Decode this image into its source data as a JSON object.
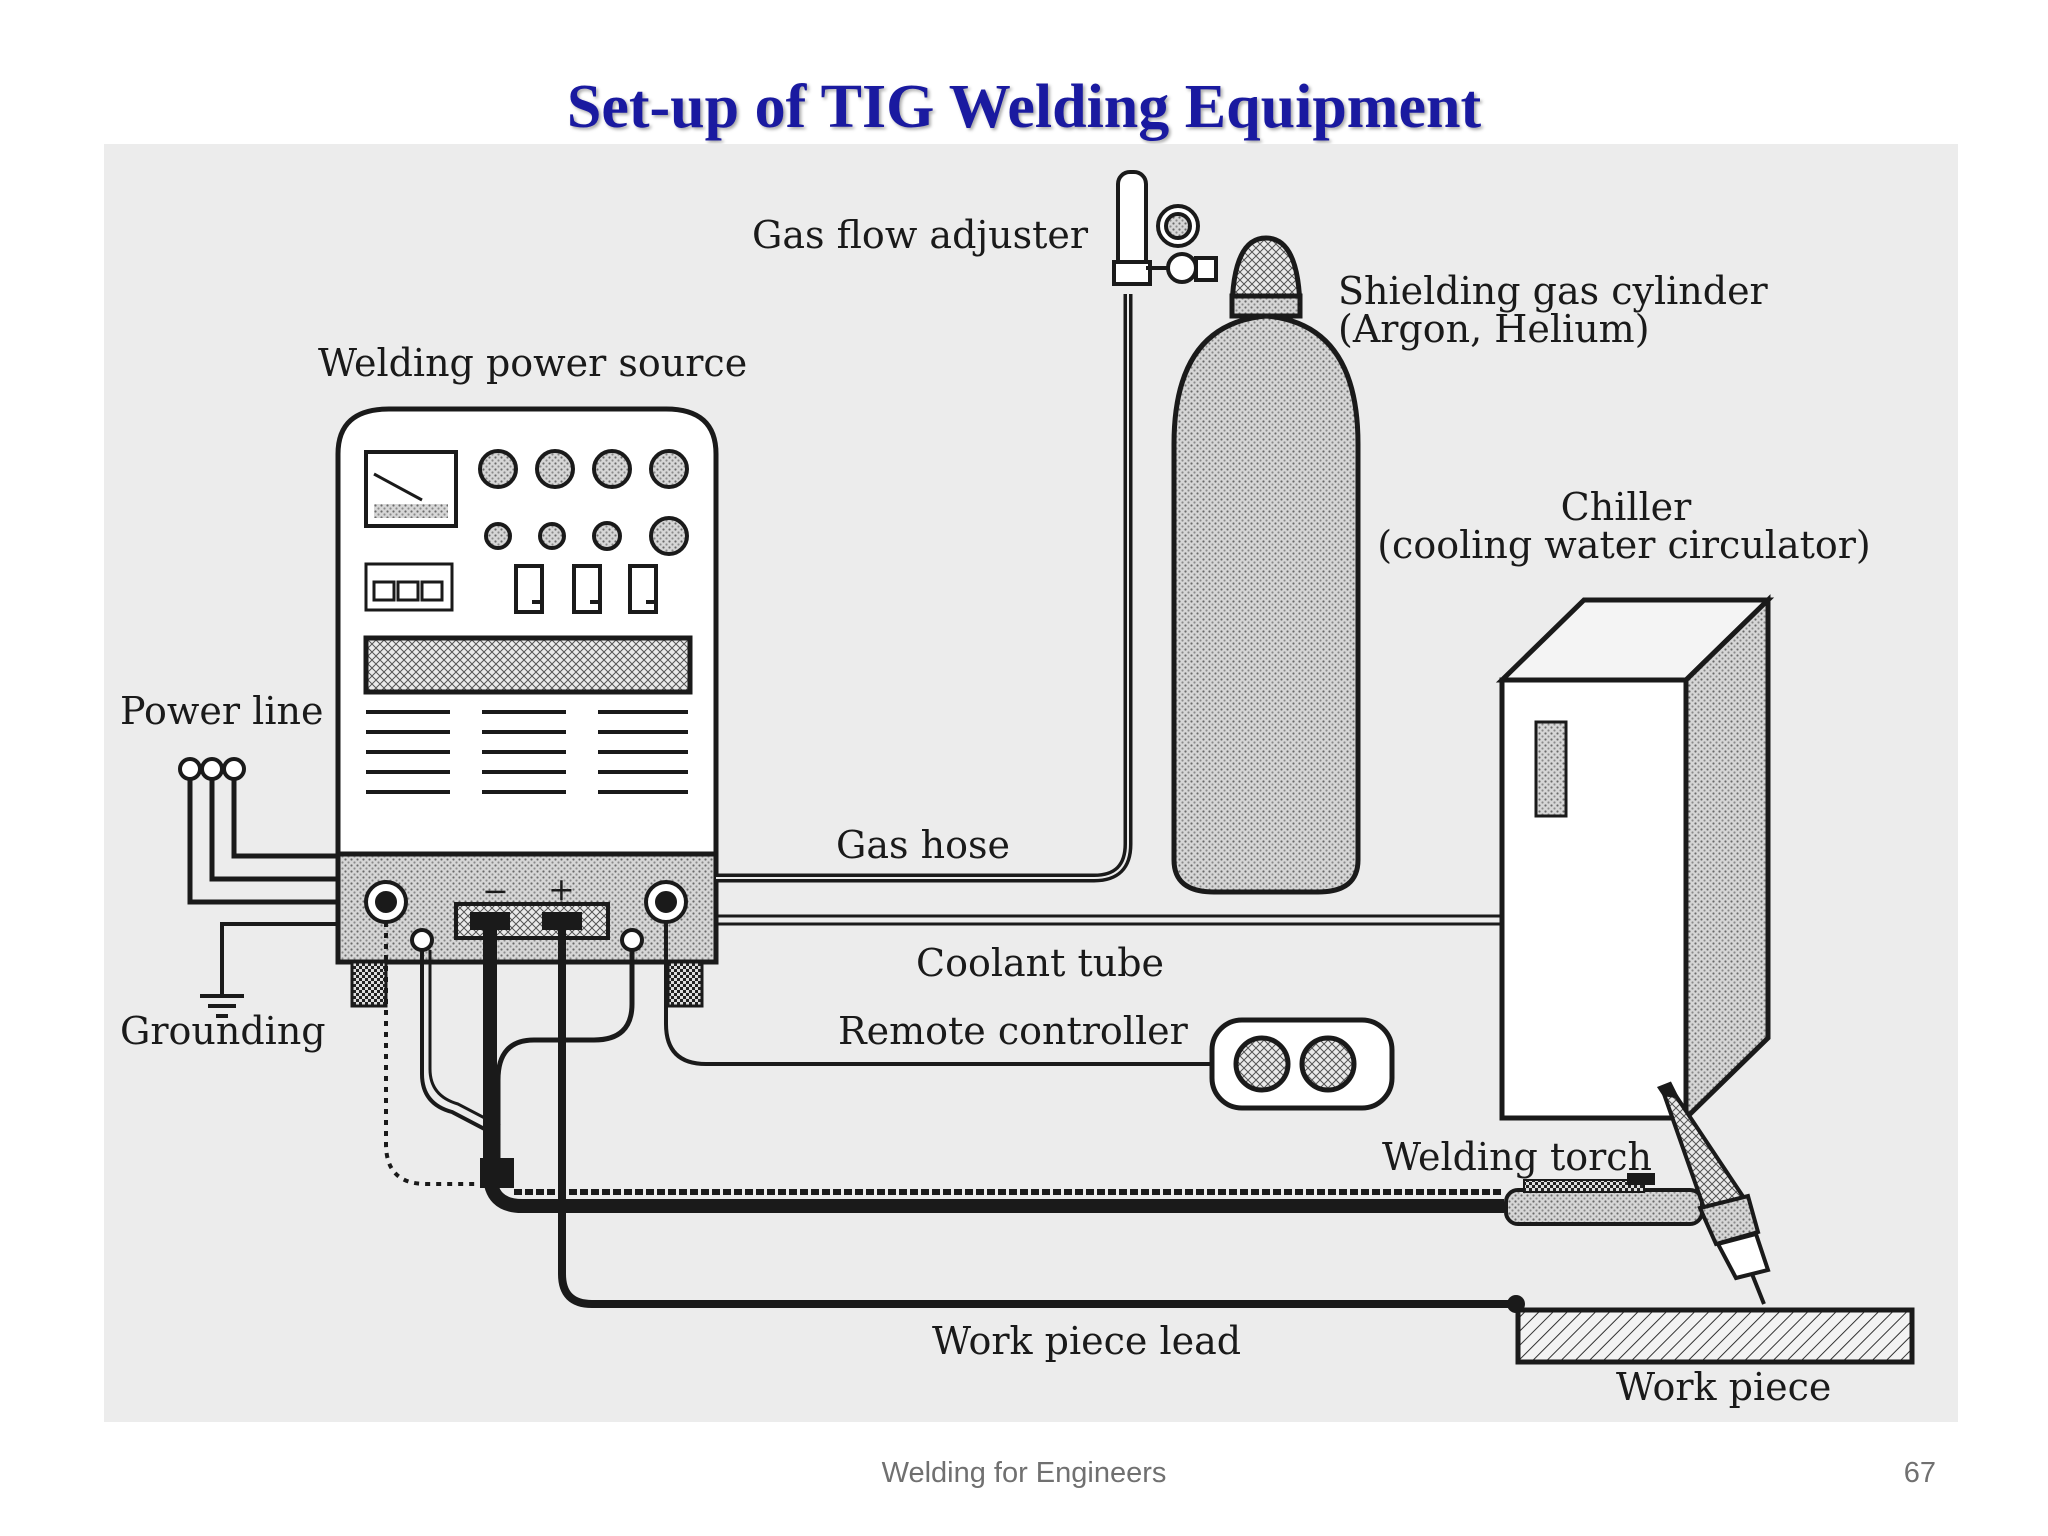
{
  "slide": {
    "title": "Set-up of TIG Welding Equipment",
    "footer": "Welding for Engineers",
    "page_number": "67"
  },
  "labels": {
    "gas_flow_adjuster": "Gas flow adjuster",
    "cylinder_line1": "Shielding gas cylinder",
    "cylinder_line2": "(Argon, Helium)",
    "power_source": "Welding power source",
    "chiller_line1": "Chiller",
    "chiller_line2": "(cooling water circulator)",
    "power_line": "Power line",
    "gas_hose": "Gas hose",
    "coolant_tube": "Coolant tube",
    "grounding": "Grounding",
    "remote_controller": "Remote controller",
    "welding_torch": "Welding torch",
    "work_piece_lead": "Work piece lead",
    "work_piece": "Work piece",
    "minus": "−",
    "plus": "+"
  },
  "colors": {
    "title": "#1a1aa0",
    "diagram_bg": "#ececec",
    "ink": "#1a1a1a",
    "footer_text": "#707070"
  }
}
